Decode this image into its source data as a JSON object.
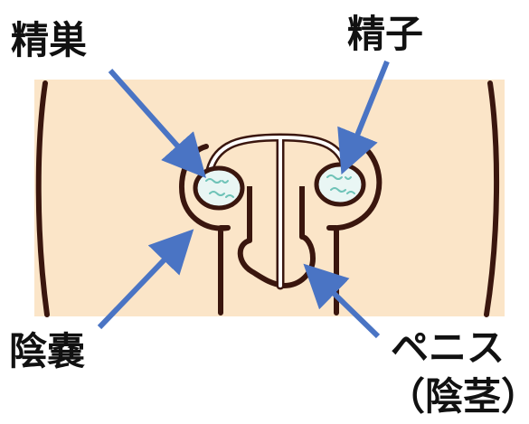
{
  "labels": {
    "testis": "精巣",
    "sperm": "精子",
    "scrotum": "陰嚢",
    "penis": "ペニス",
    "penis_sub": "（陰茎）"
  },
  "colors": {
    "skin": "#fbe5c8",
    "outline": "#3a160e",
    "arrow": "#4a74c4",
    "testis_fill": "#e9f6f4",
    "sperm": "#6fc3b8",
    "duct": "#ffffff"
  }
}
